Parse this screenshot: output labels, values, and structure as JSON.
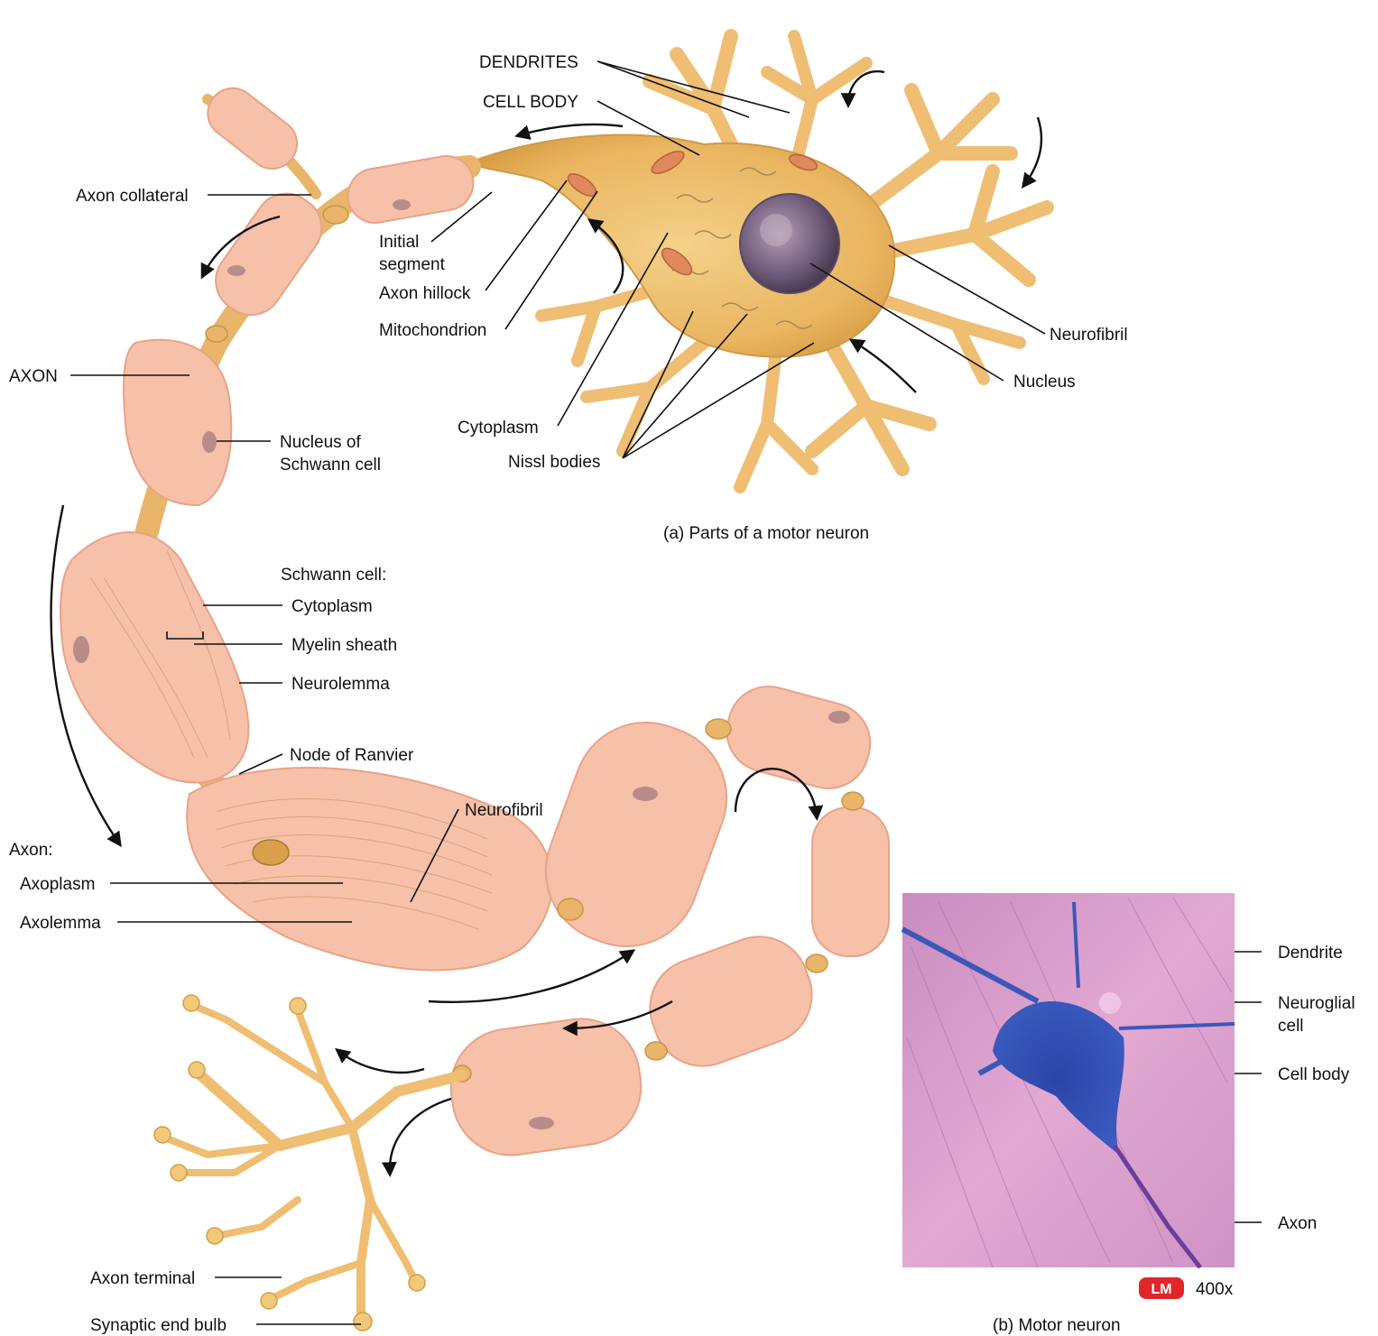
{
  "labels": {
    "dendrites": "DENDRITES",
    "cell_body": "CELL BODY",
    "axon_collateral": "Axon collateral",
    "initial_segment": [
      "Initial",
      "segment"
    ],
    "axon_hillock": "Axon hillock",
    "mitochondrion": "Mitochondrion",
    "axon": "AXON",
    "nucleus_schwann": [
      "Nucleus of",
      "Schwann cell"
    ],
    "cytoplasm_top": "Cytoplasm",
    "nissl_bodies": "Nissl bodies",
    "neurofibril_top": "Neurofibril",
    "nucleus": "Nucleus",
    "schwann_cell": "Schwann cell:",
    "schwann_cytoplasm": "Cytoplasm",
    "myelin_sheath": "Myelin sheath",
    "neurolemma": "Neurolemma",
    "node_of_ranvier": "Node of Ranvier",
    "neurofibril_mid": "Neurofibril",
    "axon_heading": "Axon:",
    "axoplasm": "Axoplasm",
    "axolemma": "Axolemma",
    "axon_terminal": "Axon terminal",
    "synaptic_end_bulb": "Synaptic end bulb",
    "dendrite_lm": "Dendrite",
    "neuroglial_cell": [
      "Neuroglial",
      "cell"
    ],
    "cell_body_lm": "Cell body",
    "axon_lm": "Axon"
  },
  "captions": {
    "a": "(a) Parts of a motor neuron",
    "b": "(b) Motor neuron"
  },
  "micrograph": {
    "badge": "LM",
    "magnification": "400x"
  },
  "colors": {
    "myelin": "#f7c0a8",
    "axon": "#e8b56a",
    "stain": "#2e4fae",
    "tissue": "#d99bc8",
    "badge": "#e0262b"
  }
}
